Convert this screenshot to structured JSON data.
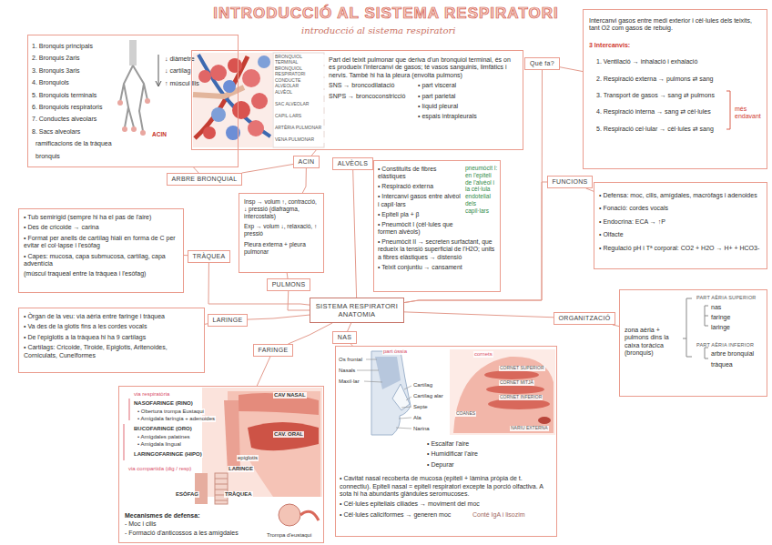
{
  "diagram": {
    "title": "INTRODUCCIÓ AL SISTEMA RESPIRATORI",
    "nodes": [
      {
        "text": [
          "1. Bronquis principals",
          "2. Bronquis 2aris",
          "3. Bronquis 3aris",
          "4. Bronquiols",
          "5. Bronquiols terminals",
          "6. Bronquiols respiratoris",
          "7. Conductes alveolars",
          "8. Sacs alveolars",
          "↓ diàmetre",
          "↓ cartílag",
          "↑ múscul llis",
          "ramificacions de la tràquea",
          "bronquis"
        ]
      },
      {
        "text": [
          "Part del teixit pulmonar que deriva d'un bronquiol terminal, és on es produeix l'intercanvi de gasos; té vasos sanguinis, limfàtics i nervis. També hi ha la pleura (envolta pulmons)",
          "SNS → broncodilatació",
          "SNPS → broncoconstricció",
          "• part visceral",
          "• part parietal",
          "• líquid pleural",
          "• espais intrapleurals"
        ]
      },
      {
        "text": [
          "Què fa?"
        ]
      },
      {
        "text": [
          "Intercanvi gasos entre medi exterior i cèl·lules dels teixits, tant O2 com gasos de rebuig.",
          "3 Intercanvis:",
          "1. Ventilació → inhalació i exhalació",
          "2. Respiració externa → pulmons ⇄ sang",
          "3. Transport de gasos → sang ⇄ pulmons",
          "4. Respiració interna → sang ⇄ cèl·lules",
          "5. Respiració cel·lular → cèl·lules ⇄ sang",
          "més endavant"
        ]
      },
      {
        "text": [
          "ARBRE BRONQUIAL"
        ]
      },
      {
        "text": [
          "ACIN"
        ]
      },
      {
        "text": [
          "ALVÈOLS"
        ]
      },
      {
        "text": [
          "• Constituïts de fibres elàstiques",
          "• Respiració externa",
          "• Intercanvi gasos entre alvèol i capil·lars",
          "• Epiteli pla + β",
          "• Pneumòcit I (cèl·lules que formen alvèols)",
          "• Pneumòcit II → secreten surfactant, que redueix la tensió superficial de l'H2O; units a fibres elàstiques → distensió",
          "• Teixit conjuntiu → cansament",
          "pneumòcit I: en l'epiteli de l'alvèol i la cèl·lula endotelial dels capil·lars"
        ]
      },
      {
        "text": [
          "FUNCIONS"
        ]
      },
      {
        "text": [
          "• Defensa: moc, cilis, amígdales, macròfags i adenoides",
          "• Fonació: cordes vocals",
          "• Endocrina: ECA → ↑P",
          "• Olfacte",
          "• Regulació pH i Tª corporal: CO2 + H2O → H+ + HCO3-"
        ]
      },
      {
        "text": [
          "Insp → volum ↑, contracció, ↓ pressió (diafragma, intercostals)",
          "Exp → volum ↓, relaxació, ↑ pressió",
          "Pleura externa + pleura pulmonar"
        ]
      },
      {
        "text": [
          "• Tub semirígid (sempre hi ha el pas de l'aire)",
          "• Des de cricoide → carina",
          "• Format per anells de cartílag hialí en forma de C per evitar el col·lapse i l'esòfag",
          "• Capes: mucosa, capa submucosa, cartílag, capa adventícia",
          "(múscul traqueal entre la tràquea i l'esòfag)"
        ]
      },
      {
        "text": [
          "TRÀQUEA"
        ]
      },
      {
        "text": [
          "PULMONS"
        ]
      },
      {
        "text": [
          "SISTEMA RESPIRATORI",
          "ANATOMIA"
        ]
      },
      {
        "text": [
          "ORGANITZACIÓ"
        ]
      },
      {
        "text": [
          "zona aèria + pulmons dins la caixa toràcica (bronquis)",
          "PART AÈRIA SUPERIOR",
          "nas",
          "faringe",
          "laringe",
          "PART AÈRIA INFERIOR",
          "arbre bronquial",
          "tràquea"
        ]
      },
      {
        "text": [
          "• Òrgan de la veu: via aèria entre faringe i tràquea",
          "• Va des de la glotis fins a les cordes vocals",
          "• De l'epiglotis a la tràquea hi ha 9 cartílags",
          "• Cartílags: Cricoide, Tiroide, Epiglotis, Aritenoides, Corniculats, Cuneïformes"
        ]
      },
      {
        "text": [
          "LARINGE"
        ]
      },
      {
        "text": [
          "FARINGE"
        ]
      },
      {
        "text": [
          "NAS"
        ]
      },
      {
        "text": [
          "Mecanismes de defensa:",
          "- Moc i cilis",
          "- Formació d'anticossos a les amígdales"
        ]
      },
      {
        "text": [
          "• Escalfar l'aire",
          "• Humidificar l'aire",
          "• Depurar",
          "• Cavitat nasal recoberta de mucosa (epiteli + làmina pròpia de t. connectiu). Epiteli nasal = epiteli respiratori excepte la porció olfactiva. A sota hi ha abundants glàndules seromucoses.",
          "• Cèl·lules epitelials ciliades → moviment del moc",
          "• Cèl·lules caliciformes → generen moc",
          "Conté IgA i lisozim"
        ]
      }
    ],
    "edges": [
      {
        "from": 14,
        "to": 13,
        "arrow": "none"
      },
      {
        "from": 13,
        "to": 10,
        "arrow": "none"
      },
      {
        "from": 10,
        "to": 5,
        "arrow": "none"
      },
      {
        "from": 5,
        "to": 1,
        "arrow": "none"
      },
      {
        "from": 4,
        "to": 0,
        "arrow": "none"
      },
      {
        "from": 4,
        "to": 5,
        "arrow": "none"
      },
      {
        "from": 14,
        "to": 6,
        "arrow": "none"
      },
      {
        "from": 14,
        "to": 12,
        "arrow": "none"
      },
      {
        "from": 12,
        "to": 11,
        "arrow": "none"
      },
      {
        "from": 14,
        "to": 18,
        "arrow": "none"
      },
      {
        "from": 18,
        "to": 17,
        "arrow": "none"
      },
      {
        "from": 14,
        "to": 19,
        "arrow": "none"
      },
      {
        "from": 19,
        "to": 21,
        "arrow": "none"
      },
      {
        "from": 14,
        "to": 20,
        "arrow": "none"
      },
      {
        "from": 20,
        "to": 22,
        "arrow": "none"
      },
      {
        "from": 14,
        "to": 15,
        "arrow": "none"
      },
      {
        "from": 15,
        "to": 16,
        "arrow": "none"
      },
      {
        "from": 14,
        "to": 8,
        "arrow": "none"
      },
      {
        "from": 8,
        "to": 9,
        "arrow": "none"
      },
      {
        "from": 14,
        "to": 2,
        "arrow": "none"
      },
      {
        "from": 2,
        "to": 3,
        "arrow": "none"
      }
    ],
    "labels": [
      "introducció al sistema respiratori",
      "BRONQUIOL TERMINAL",
      "BRONQUIOL RESPIRATORI",
      "CONDUCTE ALVEOLAR",
      "ALVÈOL",
      "SAC ALVEOLAR",
      "CAPIL·LARS",
      "ARTÈRIA PULMONAR",
      "VENA PULMONAR",
      "ACIN",
      "part òssia",
      "Os frontal",
      "Nasals",
      "Maxil·lar",
      "Cartílag",
      "Cartílag alar",
      "Septe",
      "Ala",
      "Narina",
      "cornets",
      "CORNET SUPERIOR",
      "CORNET MITJÀ",
      "CORNET INFERIOR",
      "COANES",
      "NARIU EXTERNA",
      "via respiratòria",
      "NASOFARINGE (RINO)",
      "• Obertura trompa Eustaqui",
      "• Amígdala faríngia + adenoides",
      "BUCOFARINGE (ORO)",
      "• Amígdales palatines",
      "• Amígdala lingual",
      "LARINGOFARINGE (HIPO)",
      "via compartida (dig / resp)",
      "CAV NASAL",
      "CAV. ORAL",
      "epiglotis",
      "LARINGE",
      "ESÒFAG",
      "TRÀQUEA",
      "Trompa d'eustaqui"
    ]
  }
}
